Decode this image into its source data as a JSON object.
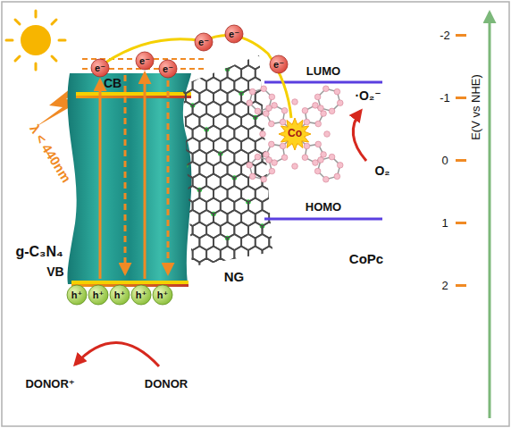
{
  "diagram": {
    "labels": [
      "λ < 440nm",
      "CB",
      "VB",
      "g-C₃N₄",
      "NG",
      "CoPc",
      "LUMO",
      "HOMO",
      "·O₂⁻",
      "O₂",
      "Co",
      "DONOR⁺",
      "DONOR",
      "E(V vs NHE)",
      "-2",
      "-1",
      "0",
      "1",
      "2",
      "e⁻",
      "e⁻",
      "e⁻",
      "e⁻",
      "e⁻",
      "e⁻",
      "h⁺",
      "h⁺",
      "h⁺",
      "h⁺",
      "h⁺"
    ]
  }
}
